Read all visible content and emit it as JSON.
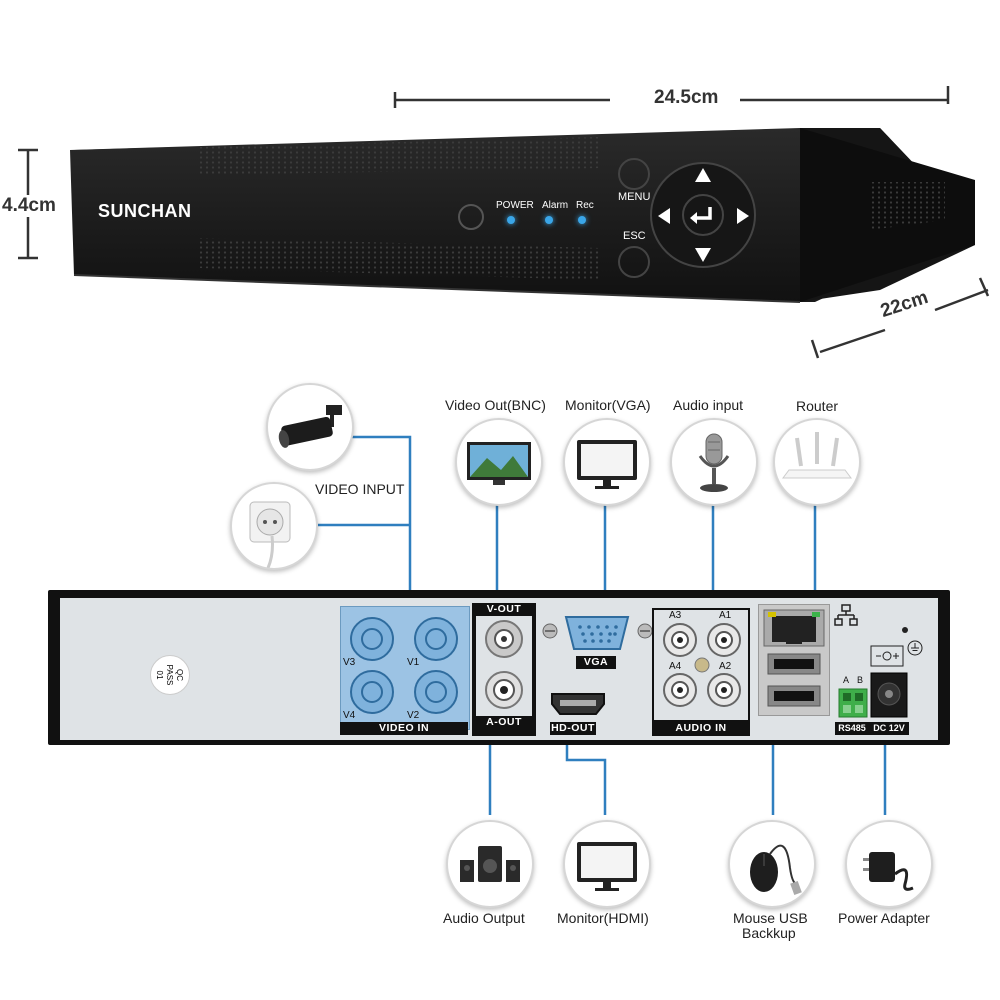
{
  "dimensions": {
    "width": "24.5cm",
    "height": "4.4cm",
    "depth": "22cm"
  },
  "front": {
    "brand": "SUNCHAN",
    "leds": [
      "POWER",
      "Alarm",
      "Rec"
    ],
    "buttons": {
      "menu": "MENU",
      "esc": "ESC"
    }
  },
  "devices": {
    "video_input": "VIDEO INPUT",
    "video_out_bnc": "Video Out(BNC)",
    "monitor_vga": "Monitor(VGA)",
    "audio_input": "Audio input",
    "router": "Router",
    "audio_output": "Audio Output",
    "monitor_hdmi": "Monitor(HDMI)",
    "mouse_usb_line1": "Mouse USB",
    "mouse_usb_line2": "Backkup",
    "power_adapter": "Power Adapter"
  },
  "rear": {
    "video_in_label": "VIDEO IN",
    "channels": [
      "V3",
      "V1",
      "V4",
      "V2"
    ],
    "v_out": "V-OUT",
    "a_out": "A-OUT",
    "vga": "VGA",
    "hd_out": "HD-OUT",
    "audio_channels": [
      "A3",
      "A1",
      "A4",
      "A2"
    ],
    "audio_in_label": "AUDIO IN",
    "rs485": "RS485",
    "rs485_pins": [
      "A",
      "B"
    ],
    "dc12v": "DC 12V",
    "qc_sticker": [
      "QC",
      "PASS",
      "01"
    ]
  },
  "colors": {
    "accent_blue": "#2f7fbf",
    "panel_blue": "#9cc3e4",
    "led_blue": "#3aa6e8"
  }
}
